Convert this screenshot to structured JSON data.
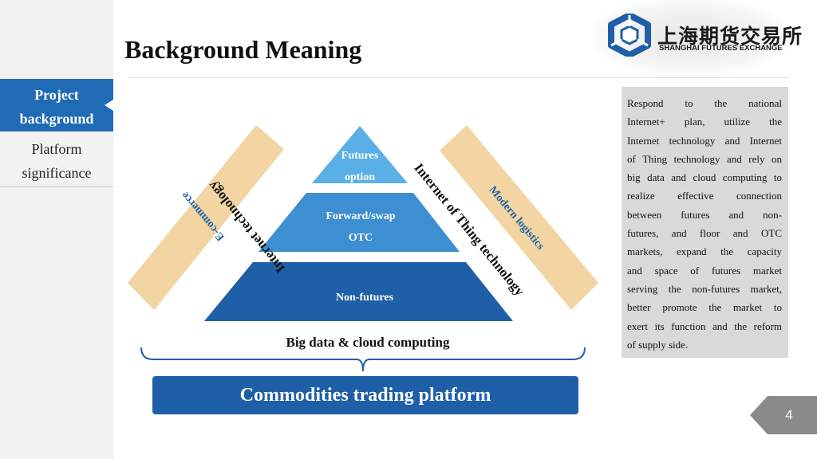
{
  "header": {
    "title": "Background Meaning",
    "logo_cn": "上海期货交易所",
    "logo_en": "SHANGHAI FUTURES EXCHANGE"
  },
  "sidebar": {
    "items": [
      {
        "label_line1": "Project",
        "label_line2": "background",
        "active": true
      },
      {
        "label_line1": "Platform",
        "label_line2": "significance",
        "active": false
      }
    ]
  },
  "diagram": {
    "tiers": [
      {
        "line1": "Futures",
        "line2": "option"
      },
      {
        "line1": "Forward/swap",
        "line2": "OTC"
      },
      {
        "line1": "Non-futures",
        "line2": ""
      }
    ],
    "left_side_label": "Internet technology",
    "right_side_label": "Internet of Thing technology",
    "left_bar_label": "E-commerce",
    "right_bar_label": "Modern logistics",
    "base_label": "Big data & cloud computing",
    "platform_label": "Commodities trading platform",
    "colors": {
      "top": "#5ab0e6",
      "middle": "#3d8fd1",
      "bottom": "#1f5fa8",
      "bars": "#f2d5a2"
    }
  },
  "side_text": "Respond to the national Internet+ plan, utilize the Internet technology and Internet of Thing technology and rely on big data and cloud computing to realize effective connection between futures and non-futures, and floor and OTC markets, expand the capacity and space of futures market serving the non-futures market, better promote the market to exert its function and the reform of supply side.",
  "side_text_lines": [
    "Respond to the national",
    "Internet+ plan, utilize the",
    "Internet technology and Internet",
    "of Thing technology and rely on",
    "big data and cloud computing to",
    "realize effective connection",
    "between futures and non-",
    "futures, and floor and OTC",
    "markets, expand the capacity",
    "and space of futures market",
    "serving the non-futures market,",
    "better promote the market to",
    "exert its function and the reform",
    "of supply side."
  ],
  "page_number": "4"
}
